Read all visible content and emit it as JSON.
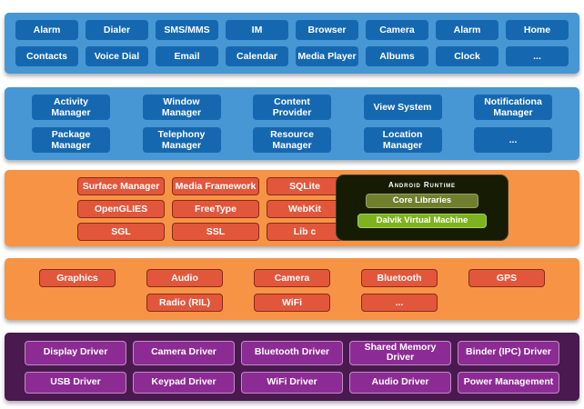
{
  "colors": {
    "layer_blue": "#4697d3",
    "button_blue": "#1568b0",
    "layer_orange": "#f79345",
    "button_red": "#e2573c",
    "runtime_bg": "#161c04",
    "button_core_green": "#6f7f2e",
    "button_dalvik_green": "#7db31e",
    "layer_purple": "#49194f",
    "button_purple": "#8d2b95"
  },
  "applications": {
    "rows": [
      [
        "Alarm",
        "Dialer",
        "SMS/MMS",
        "IM",
        "Browser",
        "Camera",
        "Alarm",
        "Home"
      ],
      [
        "Contacts",
        "Voice Dial",
        "Email",
        "Calendar",
        "Media Player",
        "Albums",
        "Clock",
        "..."
      ]
    ]
  },
  "framework": {
    "rows": [
      [
        "Activity Manager",
        "Window Manager",
        "Content Provider",
        "View System",
        "Notificationa Manager"
      ],
      [
        "Package Manager",
        "Telephony Manager",
        "Resource Manager",
        "Location Manager",
        "..."
      ]
    ]
  },
  "libraries": {
    "items": [
      "Surface Manager",
      "Media Framework",
      "SQLite",
      "OpenGLIES",
      "FreeType",
      "WebKit",
      "SGL",
      "SSL",
      "Lib c"
    ],
    "runtime": {
      "title": "Android Runtime",
      "items": [
        "Core Libraries",
        "Dalvik Virtual Machine"
      ]
    }
  },
  "hal": {
    "items": [
      "Graphics",
      "Audio",
      "Camera",
      "Bluetooth",
      "GPS",
      "Radio (RIL)",
      "WiFi",
      "..."
    ]
  },
  "kernel": {
    "rows": [
      [
        "Display Driver",
        "Camera Driver",
        "Bluetooth Driver",
        "Shared Memory Driver",
        "Binder (IPC) Driver"
      ],
      [
        "USB Driver",
        "Keypad Driver",
        "WiFi Driver",
        "Audio Driver",
        "Power Management"
      ]
    ]
  }
}
